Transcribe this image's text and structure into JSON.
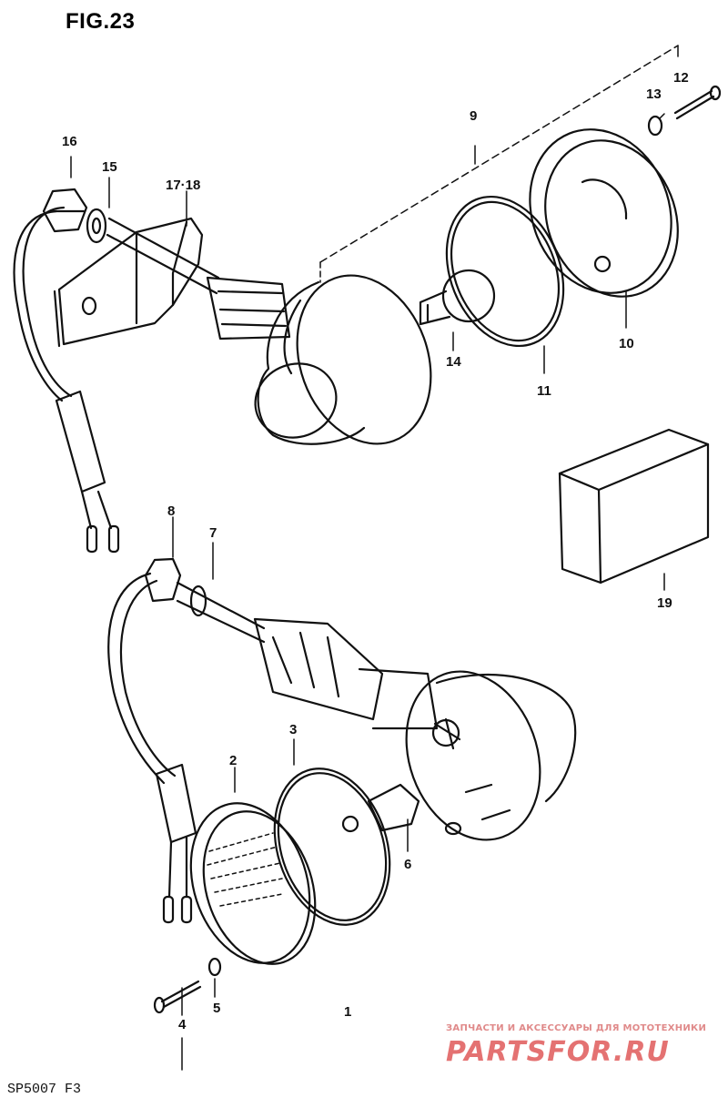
{
  "figure": {
    "title": "FIG.23",
    "code": "SP5007 F3"
  },
  "callouts": {
    "c1": "1",
    "c2": "2",
    "c3": "3",
    "c4": "4",
    "c5": "5",
    "c6": "6",
    "c7": "7",
    "c8": "8",
    "c9": "9",
    "c10": "10",
    "c11": "11",
    "c12": "12",
    "c13": "13",
    "c14": "14",
    "c15": "15",
    "c16": "16",
    "c17_18": "17·18",
    "c19": "19"
  },
  "watermark": {
    "tagline": "ЗАПЧАСТИ И АКСЕССУАРЫ ДЛЯ МОТОТЕХНИКИ",
    "brand": "PARTSFOR.RU"
  },
  "colors": {
    "ink": "#111111",
    "watermark": "#e05a5a"
  }
}
